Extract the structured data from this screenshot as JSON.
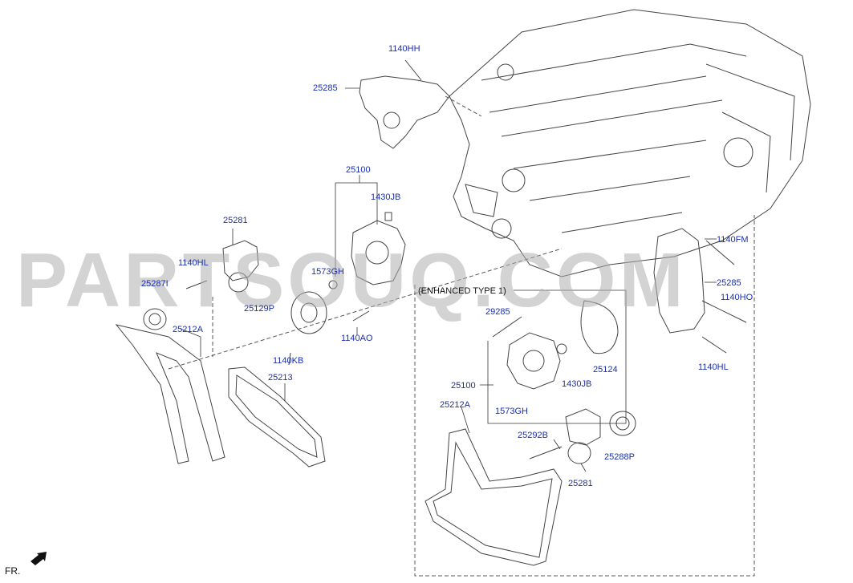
{
  "watermark": "PARTSOUQ.COM",
  "group_title": "(ENHANCED TYPE 1)",
  "direction_label": "FR.",
  "labels": {
    "p_1140HH": "1140HH",
    "p_25285_top": "25285",
    "p_25100_top": "25100",
    "p_1430JB_top": "1430JB",
    "p_25281_left": "25281",
    "p_1140HL_left": "1140HL",
    "p_25287I": "25287I",
    "p_1573GH_top": "1573GH",
    "p_25129P": "25129P",
    "p_25212A_left": "25212A",
    "p_1140AO": "1140AO",
    "p_1140KB": "1140KB",
    "p_25213": "25213",
    "p_1140FM": "1140FM",
    "p_25285_right": "25285",
    "p_1140HO": "1140HO",
    "p_1140HL_right": "1140HL",
    "p_29285": "29285",
    "p_25124": "25124",
    "p_25100_box": "25100",
    "p_1430JB_box": "1430JB",
    "p_1573GH_box": "1573GH",
    "p_25212A_box": "25212A",
    "p_25292B": "25292B",
    "p_25288P": "25288P",
    "p_25281_box": "25281"
  },
  "colors": {
    "label": "#1a2fb0",
    "line": "#333333",
    "watermark": "#afafaf"
  }
}
